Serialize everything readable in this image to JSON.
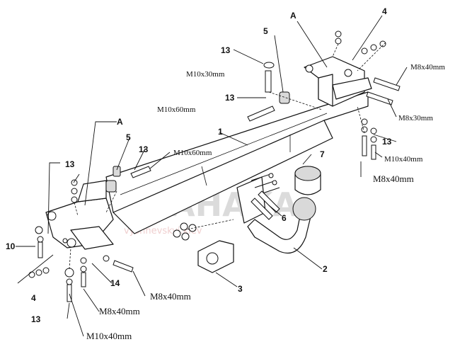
{
  "watermark": {
    "brand": "AHAKA",
    "sub": "vyshnevskyi.kiev"
  },
  "callouts": {
    "n1": "1",
    "n2": "2",
    "n3": "3",
    "n4a": "4",
    "n4b": "4",
    "n5a": "5",
    "n5b": "5",
    "n6": "6",
    "n7": "7",
    "n10": "10",
    "n13a": "13",
    "n13b": "13",
    "n13c": "13",
    "n13d": "13",
    "n13e": "13",
    "n13f": "13",
    "n14": "14",
    "a1": "A",
    "a2": "A"
  },
  "sizes": {
    "s1": "M10x30mm",
    "s2": "M10x60mm",
    "s3": "M10x60mm",
    "s4": "M8x40mm",
    "s5": "M8x30mm",
    "s6": "M10x40mm",
    "s7": "M8x40mm",
    "s8": "M8x40mm",
    "s9": "M8x40mm",
    "s10": "M10x40mm"
  }
}
